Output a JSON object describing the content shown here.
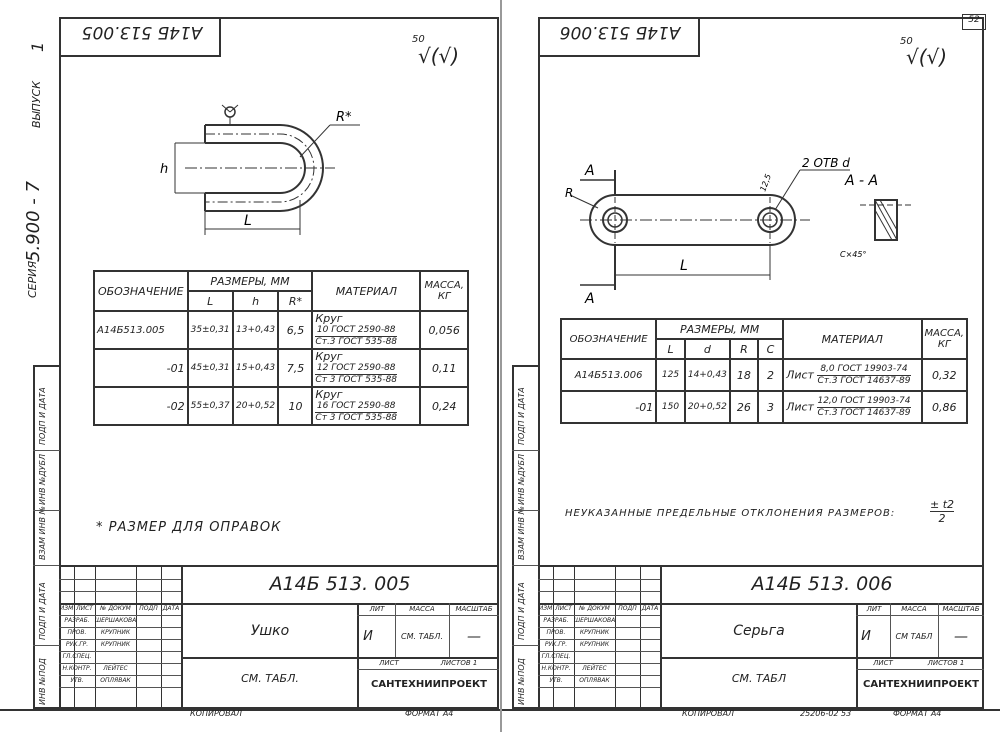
{
  "page_number": "52",
  "left": {
    "stamp_code": "А14Б 513.005",
    "roughness": "50",
    "roughness_symbol": "√(√)",
    "drawing_labels": {
      "radius": "R*",
      "height": "h",
      "length": "L"
    },
    "series": "СЕРИЯ",
    "series_number": "5.900 - 7",
    "issue": "ВЫПУСК",
    "issue_number": "1",
    "table": {
      "h_designation": "ОБОЗНАЧЕНИЕ",
      "h_sizes": "РАЗМЕРЫ, ММ",
      "h_L": "L",
      "h_h": "h",
      "h_R": "R*",
      "h_material": "МАТЕРИАЛ",
      "h_mass": "МАССА, КГ",
      "rows": [
        {
          "des": "А14Б513.005",
          "L": "35±0,31",
          "h": "13+0,43",
          "R": "6,5",
          "mat_kind": "Круг",
          "mat_top": "10 ГОСТ 2590-88",
          "mat_bot": "Ст.3 ГОСТ 535-88",
          "mass": "0,056"
        },
        {
          "des": "-01",
          "L": "45±0,31",
          "h": "15+0,43",
          "R": "7,5",
          "mat_kind": "Круг",
          "mat_top": "12 ГОСТ 2590-88",
          "mat_bot": "Ст 3 ГОСТ 535-88",
          "mass": "0,11"
        },
        {
          "des": "-02",
          "L": "55±0,37",
          "h": "20+0,52",
          "R": "10",
          "mat_kind": "Круг",
          "mat_top": "16 ГОСТ 2590-88",
          "mat_bot": "Ст 3 ГОСТ 535-88",
          "mass": "0,24"
        }
      ]
    },
    "note": "* РАЗМЕР ДЛЯ ОПРАВОК",
    "side_labels": [
      "ИНВ №ПОД",
      "ПОДП И ДАТА",
      "ВЗАМ ИНВ №",
      "ИНВ №ДУБЛ",
      "ПОДП И ДАТА"
    ],
    "title_block": {
      "code": "А14Б 513. 005",
      "name": "Ушко",
      "material": "СМ. ТАБЛ.",
      "org": "САНТЕХНИИПРОЕКТ",
      "lit": "ЛИТ",
      "mass": "МАССА",
      "scale": "МАСШТАБ",
      "lit_value": "И",
      "mass_value": "СМ. ТАБЛ.",
      "scale_value": "—",
      "sheet": "ЛИСТ",
      "sheets": "ЛИСТОВ 1",
      "cols": [
        "ИЗМ",
        "ЛИСТ",
        "№ ДОКУМ",
        "ПОДП",
        "ДАТА"
      ],
      "roles": [
        {
          "role": "РАЗРАБ.",
          "name": "ШЕРШАКОВА"
        },
        {
          "role": "ПРОВ.",
          "name": "КРУПНИК"
        },
        {
          "role": "РУК.ГР.",
          "name": "КРУПНИК"
        },
        {
          "role": "ГЛ.СПЕЦ.",
          "name": ""
        },
        {
          "role": "Н.КОНТР.",
          "name": "ЛЕЙТЕС"
        },
        {
          "role": "УТВ.",
          "name": "ОПЛЯВАК"
        }
      ],
      "copied": "КОПИРОВАЛ",
      "format": "ФОРМАТ А4"
    }
  },
  "right": {
    "stamp_code": "А14Б 513.006",
    "roughness": "50",
    "roughness_symbol": "√(√)",
    "drawing_labels": {
      "section_mark": "А",
      "section": "А - А",
      "holes": "2 ОТВ d",
      "radius": "R",
      "length": "L",
      "chamfer": "С×45°",
      "angle": "12,5"
    },
    "table": {
      "h_designation": "ОБОЗНАЧЕНИЕ",
      "h_sizes": "РАЗМЕРЫ, ММ",
      "h_L": "L",
      "h_d": "d",
      "h_R": "R",
      "h_C": "C",
      "h_material": "МАТЕРИАЛ",
      "h_mass": "МАССА, КГ",
      "rows": [
        {
          "des": "А14Б513.006",
          "L": "125",
          "d": "14+0,43",
          "R": "18",
          "C": "2",
          "mat_kind": "Лист",
          "mat_top": "8,0 ГОСТ 19903-74",
          "mat_bot": "Ст.3 ГОСТ 14637-89",
          "mass": "0,32"
        },
        {
          "des": "-01",
          "L": "150",
          "d": "20+0,52",
          "R": "26",
          "C": "3",
          "mat_kind": "Лист",
          "mat_top": "12,0 ГОСТ 19903-74",
          "mat_bot": "Ст.3 ГОСТ 14637-89",
          "mass": "0,86"
        }
      ]
    },
    "note": "НЕУКАЗАННЫЕ ПРЕДЕЛЬНЫЕ ОТКЛОНЕНИЯ РАЗМЕРОВ:",
    "note_formula_num": "± t2",
    "note_formula_den": "2",
    "side_labels": [
      "ИНВ №ПОД",
      "ПОДП И ДАТА",
      "ВЗАМ ИНВ №",
      "ИНВ №ДУБЛ",
      "ПОДП И ДАТА"
    ],
    "title_block": {
      "code": "А14Б 513. 006",
      "name": "Серьга",
      "material": "СМ. ТАБЛ",
      "org": "САНТЕХНИИПРОЕКТ",
      "lit": "ЛИТ",
      "mass": "МАССА",
      "scale": "МАСШТАБ",
      "lit_value": "И",
      "mass_value": "СМ ТАБЛ",
      "scale_value": "—",
      "sheet": "ЛИСТ",
      "sheets": "ЛИСТОВ 1",
      "cols": [
        "ИЗМ",
        "ЛИСТ",
        "№ ДОКУМ",
        "ПОДП",
        "ДАТА"
      ],
      "roles": [
        {
          "role": "РАЗРАБ.",
          "name": "ШЕРШАКОВА"
        },
        {
          "role": "ПРОВ.",
          "name": "КРУПНИК"
        },
        {
          "role": "РУК.ГР.",
          "name": "КРУПНИК"
        },
        {
          "role": "ГЛ.СПЕЦ.",
          "name": ""
        },
        {
          "role": "Н.КОНТР.",
          "name": "ЛЕЙТЕС"
        },
        {
          "role": "УТВ.",
          "name": "ОПЛЯВАК"
        }
      ],
      "copied": "КОПИРОВАЛ",
      "doc_number": "25206-02 53",
      "format": "ФОРМАТ А4"
    }
  }
}
